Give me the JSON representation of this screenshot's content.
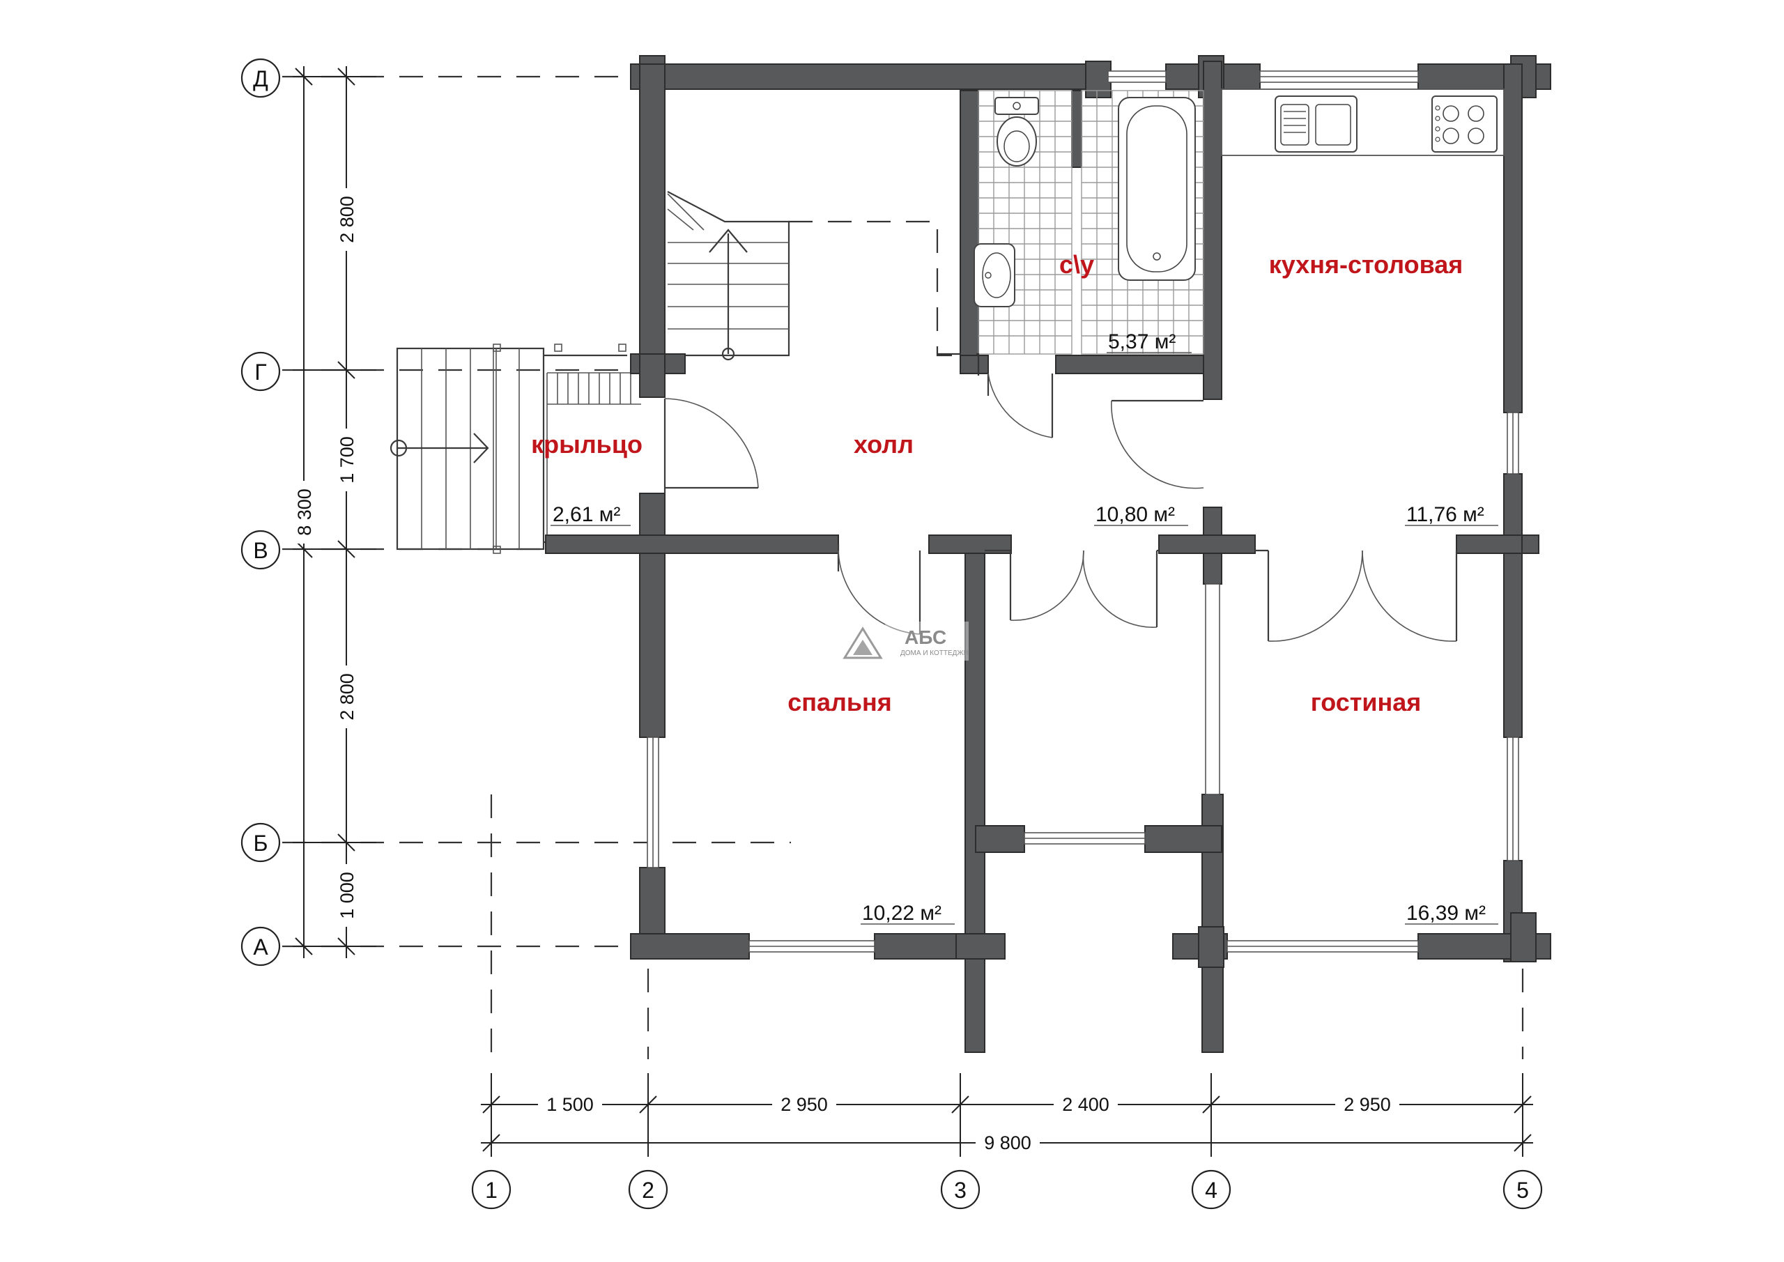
{
  "rooms": {
    "cy": "с\\у",
    "kitchen": "кухня-столовая",
    "porch": "крыльцо",
    "hall": "холл",
    "bedroom": "спальня",
    "living": "гостиная"
  },
  "areas": {
    "cy": "5,37 м²",
    "porch": "2,61 м²",
    "hall": "10,80 м²",
    "kitchen": "11,76 м²",
    "bedroom": "10,22 м²",
    "living": "16,39 м²"
  },
  "dimensions": {
    "left_total": "8 300",
    "left_1": "2 800",
    "left_2": "1 700",
    "left_3": "2 800",
    "left_4": "1 000",
    "bottom_1": "1 500",
    "bottom_2": "2 950",
    "bottom_3": "2 400",
    "bottom_4": "2 950",
    "bottom_total": "9 800"
  },
  "axes": {
    "rows": [
      "Д",
      "Г",
      "В",
      "Б",
      "А"
    ],
    "cols": [
      "1",
      "2",
      "3",
      "4",
      "5"
    ]
  },
  "logo": {
    "name": "АБС",
    "tagline": "ДОМА И КОТТЕДЖИ"
  }
}
